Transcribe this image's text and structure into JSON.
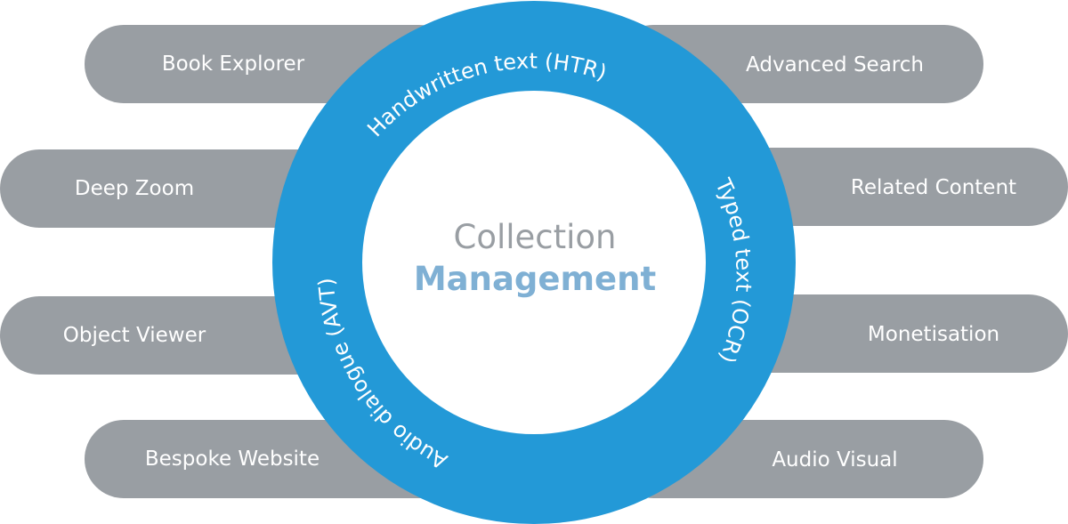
{
  "center": {
    "line1": "Collection",
    "line2": "Management"
  },
  "ring_labels": {
    "top": "Handwritten text (HTR)",
    "right": "Typed text (OCR)",
    "left": "Audio dialogue (AVT)"
  },
  "features": {
    "left": [
      "Book Explorer",
      "Deep Zoom",
      "Object Viewer",
      "Bespoke Website"
    ],
    "right": [
      "Advanced Search",
      "Related Content",
      "Monetisation",
      "Audio Visual"
    ]
  },
  "colors": {
    "ring": "#2399d7",
    "pill": "#999ea3",
    "center_line1": "#999ea3",
    "center_line2": "#7fb0d4"
  }
}
